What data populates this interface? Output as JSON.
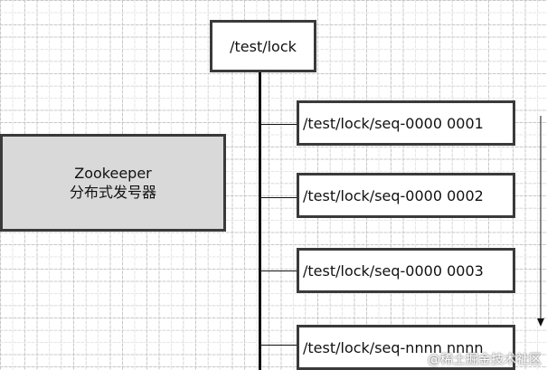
{
  "root": {
    "label": "/test/lock"
  },
  "generator": {
    "line1": "Zookeeper",
    "line2": "分布式发号器"
  },
  "children": [
    {
      "label": "/test/lock/seq-0000 0001"
    },
    {
      "label": "/test/lock/seq-0000 0002"
    },
    {
      "label": "/test/lock/seq-0000 0003"
    },
    {
      "label": "/test/lock/seq-nnnn nnnn"
    }
  ],
  "watermark": "@稀土掘金技术社区"
}
